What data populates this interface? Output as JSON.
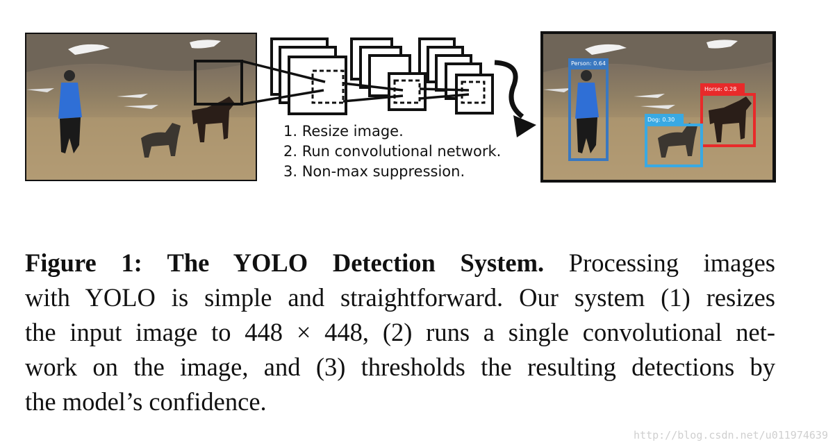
{
  "diagram": {
    "steps": [
      "1. Resize image.",
      "2. Run convolutional network.",
      "3. Non-max suppression."
    ],
    "detections": [
      {
        "label": "Person: 0.64",
        "color": "#3a78c0"
      },
      {
        "label": "Horse: 0.28",
        "color": "#e82a2a"
      },
      {
        "label": "Dog: 0.30",
        "color": "#39a9e3"
      }
    ]
  },
  "caption": {
    "figure_label": "Figure 1:",
    "title": "The YOLO Detection System.",
    "line1_rest": "Processing images",
    "line2": "with YOLO is simple and straightforward. Our system (1) resizes",
    "line3": "the input image to 448 × 448, (2) runs a single convolutional net-",
    "line4": "work on the image, and (3) thresholds the resulting detections by",
    "line5": "the model’s confidence."
  },
  "watermark": "http://blog.csdn.net/u011974639"
}
